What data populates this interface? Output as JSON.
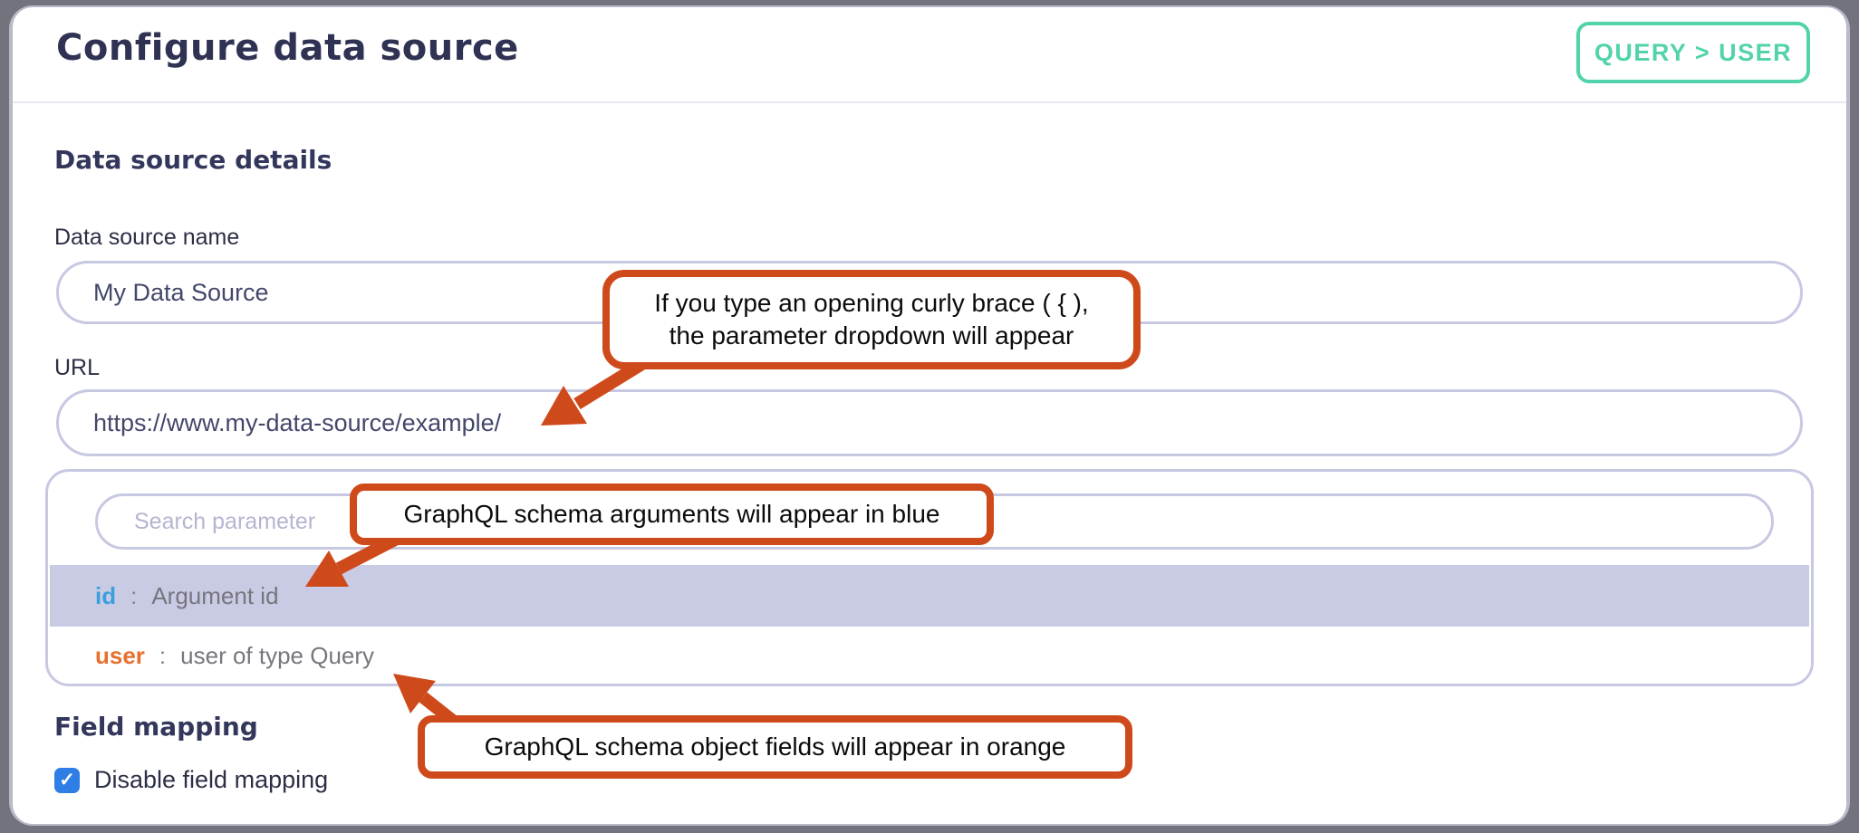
{
  "page": {
    "title": "Configure data source",
    "badge": "QUERY > USER"
  },
  "sections": {
    "details_heading": "Data source details",
    "field_mapping_heading": "Field mapping"
  },
  "fields": {
    "name": {
      "label": "Data source name",
      "value": "My Data Source"
    },
    "url": {
      "label": "URL",
      "value": "https://www.my-data-source/example/"
    }
  },
  "dropdown": {
    "search_placeholder": "Search parameter",
    "items": [
      {
        "name": "id",
        "separator": ":",
        "description": "Argument id",
        "color": "#3aa0dc",
        "highlighted": true
      },
      {
        "name": "user",
        "separator": ":",
        "description": "user of type Query",
        "color": "#e8702e",
        "highlighted": false
      }
    ]
  },
  "field_mapping": {
    "checkbox_label": "Disable field mapping",
    "checked": true,
    "checkmark": "✓"
  },
  "annotations": {
    "curly_brace": "If you type an opening curly brace ( { ),\nthe parameter dropdown will appear",
    "arguments_blue": "GraphQL schema arguments will appear in blue",
    "fields_orange": "GraphQL schema object fields will appear in orange"
  },
  "colors": {
    "badge_teal": "#52d3ab",
    "annotation_orange": "#cf4a1b",
    "argument_blue": "#3aa0dc",
    "field_orange": "#e8702e",
    "checkbox_blue": "#2e7ee5",
    "highlight_lavender": "#c9cae4",
    "input_border": "#c7c8e2",
    "heading_navy": "#34375c"
  }
}
